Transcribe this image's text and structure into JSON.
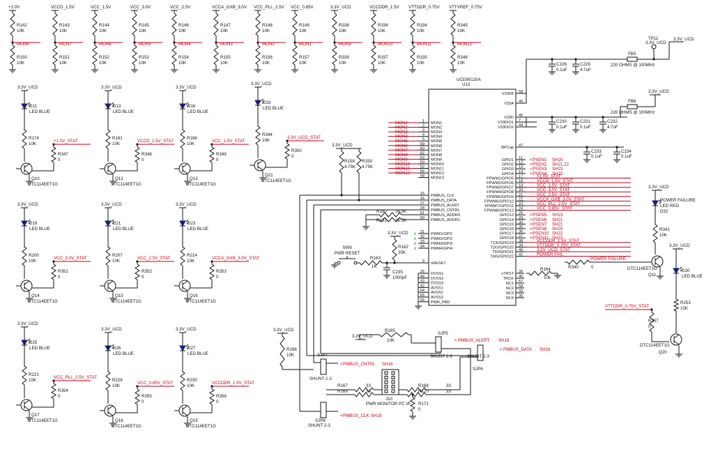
{
  "top_dividers": [
    {
      "rail": "+1.0V",
      "r1": "R142",
      "v1": "10K",
      "mon": "MON8",
      "r2": "R150",
      "v2": "10K"
    },
    {
      "rail": "VCCD_1.5V",
      "r1": "R143",
      "v1": "10K",
      "mon": "MON7",
      "r2": "R151",
      "v2": "10K"
    },
    {
      "rail": "VCC_1.5V",
      "r1": "R144",
      "v1": "10K",
      "mon": "MON6",
      "r2": "R152",
      "v2": "10K"
    },
    {
      "rail": "VCC_3.0V",
      "r1": "R145",
      "v1": "10K",
      "mon": "MON5",
      "r2": "R153",
      "v2": "10K"
    },
    {
      "rail": "VCC_2.5V",
      "r1": "R146",
      "v1": "10K",
      "mon": "MON4",
      "r2": "R154",
      "v2": "10K"
    },
    {
      "rail": "VCCA_GXB_3.0V",
      "r1": "R147",
      "v1": "10K",
      "mon": "MON3",
      "r2": "R155",
      "v2": "10K"
    },
    {
      "rail": "VCC_PLL_2.5V",
      "r1": "R148",
      "v1": "10K",
      "mon": "MON2",
      "r2": "R156",
      "v2": "10K"
    },
    {
      "rail": "VCC_0.85V",
      "r1": "R149",
      "v1": "10K",
      "mon": "MON1",
      "r2": "R157",
      "v2": "10K"
    },
    {
      "rail": "3.3V_UCD",
      "r1": "R338",
      "v1": "10K",
      "mon": "MON9",
      "r2": "R339",
      "v2": "10K"
    },
    {
      "rail": "VCCDDR_1.5V",
      "r1": "R336",
      "v1": "10K",
      "mon": "MON10",
      "r2": "R337",
      "v2": "10K"
    },
    {
      "rail": "VTTDDR_0.75V",
      "r1": "R334",
      "v1": "10K",
      "mon": "MON11",
      "r2": "R335",
      "v2": "10K"
    },
    {
      "rail": "VTTVREF_0.75V",
      "r1": "R345",
      "v1": "10K",
      "mon": "MON12",
      "r2": "R346",
      "v2": "10K"
    }
  ],
  "leds": [
    {
      "pwr": "3.3V_UCD",
      "led": "D11",
      "color": "LED BLUE",
      "rtop": "R174",
      "rv": "10K",
      "stat": "+1.0V_STAT",
      "rb": "R347",
      "rbv": "0",
      "q": "Q10",
      "part": "DTC114EET1G"
    },
    {
      "pwr": "3.3V_UCD",
      "led": "D13",
      "color": "LED BLUE",
      "rtop": "R181",
      "rv": "10K",
      "stat": "VCCD_1.5V_STAT",
      "rb": "R348",
      "rbv": "0",
      "q": "Q12",
      "part": "DTC114EET1G"
    },
    {
      "pwr": "3.3V_UCD",
      "led": "D16",
      "color": "LED BLUE",
      "rtop": "R188",
      "rv": "10K",
      "stat": "VCC_1.5V_STAT",
      "rb": "R349",
      "rbv": "0",
      "q": "Q13",
      "part": "DTC114EET1G"
    },
    {
      "pwr": "3.3V_UCD",
      "led": "D33",
      "color": "LED BLUE",
      "rtop": "R344",
      "rv": "10K",
      "stat": "3.3V_UCD_STAT",
      "rb": "R350",
      "rbv": "0",
      "q": "Q21",
      "part": "DTC114EET1G"
    },
    {
      "pwr": "3.3V_UCD",
      "led": "D19",
      "color": "LED BLUE",
      "rtop": "R200",
      "rv": "10K",
      "stat": "VCC_3.0V_STAT",
      "rb": "R351",
      "rbv": "0",
      "q": "Q14",
      "part": "DTC114EET1G"
    },
    {
      "pwr": "3.3V_UCD",
      "led": "D21",
      "color": "LED BLUE",
      "rtop": "R207",
      "rv": "10K",
      "stat": "VCC_2.5V_STAT",
      "rb": "R352",
      "rbv": "0",
      "q": "Q15",
      "part": "DTC114EET1G"
    },
    {
      "pwr": "3.3V_UCD",
      "led": "D23",
      "color": "LED BLUE",
      "rtop": "R214",
      "rv": "10K",
      "stat": "VCCA_GXB_3.0V_STAT",
      "rb": "R353",
      "rbv": "0",
      "q": "Q16",
      "part": "DTC114EET1G"
    },
    {
      "pwr": "3.3V_UCD",
      "led": "D25",
      "color": "LED BLUE",
      "rtop": "R221",
      "rv": "10K",
      "stat": "VCC_PLL_2.5V_STAT",
      "rb": "R354",
      "rbv": "0",
      "q": "Q17",
      "part": "DTC114EET1G"
    },
    {
      "pwr": "3.3V_UCD",
      "led": "D26",
      "color": "LED BLUE",
      "rtop": "R226",
      "rv": "10K",
      "stat": "VCC_0.85V_STAT",
      "rb": "R355",
      "rbv": "0",
      "q": "Q18",
      "part": "DTC114EET1G"
    },
    {
      "pwr": "3.3V_UCD",
      "led": "D27",
      "color": "LED BLUE",
      "rtop": "R230",
      "rv": "10K",
      "stat": "VCCDDR_1.5V_STAT",
      "rb": "R356",
      "rbv": "0",
      "q": "Q19",
      "part": "DTC114EET1G"
    }
  ],
  "ic": {
    "name": "UCD90120A",
    "ref": "U13",
    "left_pins": [
      {
        "n": "1",
        "s": "MON1",
        "net": "MON1"
      },
      {
        "n": "2",
        "s": "MON2",
        "net": "MON2"
      },
      {
        "n": "3",
        "s": "MON3",
        "net": "MON3"
      },
      {
        "n": "4",
        "s": "MON4",
        "net": "MON4"
      },
      {
        "n": "5",
        "s": "MON5",
        "net": "MON5"
      },
      {
        "n": "59",
        "s": "MON6",
        "net": "MON6"
      },
      {
        "n": "60",
        "s": "MON7",
        "net": "MON7"
      },
      {
        "n": "62",
        "s": "MON8",
        "net": "MON8"
      },
      {
        "n": "63",
        "s": "MON9",
        "net": "MON9"
      },
      {
        "n": "50",
        "s": "MON10",
        "net": "MON10"
      },
      {
        "n": "52",
        "s": "MON11",
        "net": "MON11"
      },
      {
        "n": "56",
        "s": "MON12",
        "net": "MON12"
      },
      {
        "n": "58",
        "s": "MON13",
        "net": ""
      }
    ],
    "pmbus_pins": [
      {
        "n": "15",
        "s": "PMBUS_CLK"
      },
      {
        "n": "16",
        "s": "PMBUS_DATA"
      },
      {
        "n": "27",
        "s": "PMBUS_ALERT"
      },
      {
        "n": "28",
        "s": "PMBUS_CNTRL"
      },
      {
        "n": "61",
        "s": "PMBUS_ADDR0"
      },
      {
        "n": "60",
        "s": "PMBUS_ADDR1"
      }
    ],
    "pwm_pins": [
      {
        "n": "31",
        "s": "PWM1/GPI1"
      },
      {
        "n": "32",
        "s": "PWM2/GPI2"
      },
      {
        "n": "33",
        "s": "PWM3/GPI3"
      },
      {
        "n": "34",
        "s": "PWM4/GPI4"
      }
    ],
    "reset_pin": {
      "n": "9",
      "s": "nRESET"
    },
    "gnd_pins": [
      {
        "n": "26",
        "s": "DVSS1"
      },
      {
        "n": "44",
        "s": "DVSS2"
      },
      {
        "n": "43",
        "s": "DVSS3"
      },
      {
        "n": "42",
        "s": "AVSS1"
      },
      {
        "n": "64",
        "s": "AVSS2"
      },
      {
        "n": "65",
        "s": "AVSS3"
      },
      {
        "n": "55",
        "s": "PWR_PAD"
      }
    ],
    "right_pins": [
      {
        "n": "11",
        "s": "GPIO1",
        "net": "PSEN1",
        "sh": "SH20"
      },
      {
        "n": "12",
        "s": "GPIO2",
        "net": "PSEN2",
        "sh": "SH21,22"
      },
      {
        "n": "13",
        "s": "GPIO3",
        "net": "PSEN3",
        "sh": "SH23"
      },
      {
        "n": "14",
        "s": "GPIO4",
        "net": "PSEN4",
        "sh": "SH22"
      },
      {
        "n": "17",
        "s": "FPWM1/GPIO5",
        "net": "+1.0V_STAT",
        "sh": ""
      },
      {
        "n": "18",
        "s": "FPWM2/GPIO6",
        "net": "VCCD_1.5V_STAT",
        "sh": ""
      },
      {
        "n": "19",
        "s": "FPWM3/GPIO7",
        "net": "VCC_1.5V_STAT",
        "sh": ""
      },
      {
        "n": "20",
        "s": "FPWM4/GPIO8",
        "net": "VCC_3.0V_STAT",
        "sh": ""
      },
      {
        "n": "21",
        "s": "FPWM5/GPIO9",
        "net": "VCC_2.5V_STAT",
        "sh": ""
      },
      {
        "n": "22",
        "s": "FPWM6/GPIO10",
        "net": "VCCA_GXB_3.0V_STAT",
        "sh": ""
      },
      {
        "n": "23",
        "s": "FPWM7/GPIO11",
        "net": "VCC_PLL_2.5V_STAT",
        "sh": ""
      },
      {
        "n": "24",
        "s": "FPWM8/GPIO12",
        "net": "VCC_0.85V_STAT",
        "sh": ""
      },
      {
        "n": "25",
        "s": "GPIO13",
        "net": "PSEN5",
        "sh": "SH23"
      },
      {
        "n": "29",
        "s": "GPIO14",
        "net": "PSEN6",
        "sh": "SH21"
      },
      {
        "n": "30",
        "s": "GPIO15",
        "net": "PSEN7",
        "sh": "SH21"
      },
      {
        "n": "35",
        "s": "GPIO16",
        "net": "PSEN8",
        "sh": "SH20"
      },
      {
        "n": "36",
        "s": "GPIO17",
        "net": "PSEN10",
        "sh": "SH22"
      },
      {
        "n": "37",
        "s": "GPIO18",
        "net": "PSEN11",
        "sh": "SH22"
      },
      {
        "n": "38",
        "s": "TCK/GPIO19",
        "net": "VCCDDR_1.5V_STAT",
        "sh": ""
      },
      {
        "n": "39",
        "s": "TDO/GPIO20",
        "net": "VTTDDR_0.75V_STAT",
        "sh": ""
      },
      {
        "n": "40",
        "s": "TDI/GPIO21",
        "net": "3.3V_UCD_STAT",
        "sh": ""
      },
      {
        "n": "41",
        "s": "TMS/GPIO22",
        "net": "POWER FAIL",
        "sh": ""
      }
    ],
    "misc_pins": [
      {
        "n": "39",
        "s": "nTRST"
      },
      {
        "n": "40",
        "s": "TRCK"
      },
      {
        "n": "57",
        "s": "NC1"
      },
      {
        "n": "58",
        "s": "NC2"
      },
      {
        "n": "33",
        "s": "NC3"
      },
      {
        "n": "35",
        "s": "NC4"
      }
    ],
    "supply_pins": [
      {
        "n": "58",
        "s": "V33FB"
      },
      {
        "n": "46",
        "s": "V33A"
      },
      {
        "n": "45",
        "s": "V33D"
      },
      {
        "n": "7",
        "s": "V33DIO1"
      },
      {
        "n": "44",
        "s": "V33DIO2"
      },
      {
        "n": "47",
        "s": "BPCap"
      }
    ]
  },
  "power": {
    "tp": "TP11",
    "rail": "3.3V_UCD",
    "rail2": "3.3V_UCD",
    "fb5": "FB5",
    "fb5v": "220 OHMS @ 100MHz",
    "fb6": "FB6",
    "fb6v": "220 OHMS @ 100MHz",
    "caps": [
      {
        "ref": "C228",
        "v": "0.1uF"
      },
      {
        "ref": "C229",
        "v": "4.7uF"
      },
      {
        "ref": "C230",
        "v": "0.1uF"
      },
      {
        "ref": "C231",
        "v": "0.1uF"
      },
      {
        "ref": "C232",
        "v": "4.7uF"
      },
      {
        "ref": "C233",
        "v": "0.1uF"
      },
      {
        "ref": "C234",
        "v": "0.1uF"
      }
    ]
  },
  "pullups": {
    "rail": "3.3V_UCD",
    "r158": "R158",
    "r158v": "4.75K",
    "r159": "R159",
    "r159v": "4.75K",
    "r160": "R160",
    "r160v": "36.5K",
    "r161": "R161",
    "r161v": "36.5K"
  },
  "reset": {
    "sw": "SW9",
    "sw_label": "PWR RESET",
    "rail": "3.3V_UCD",
    "r162": "R162",
    "r162v": "20K",
    "r163": "R163",
    "r163v": "1K",
    "c235": "C235",
    "c235v": "1000pF"
  },
  "powerfail": {
    "rail": "3.3V_UCD",
    "led": "D32",
    "led_label": "POWER FAILURE",
    "led_color": "LED RED",
    "r341": "R341",
    "r341v": "10K",
    "q": "Q11",
    "part": "DTC114EET1G",
    "net": "POWER FAILURE",
    "r340": "R340",
    "r340v": "0",
    "r164": "R164",
    "r164v": "10k"
  },
  "vtt_led": {
    "rail": "3.3V_UCD",
    "led": "D30",
    "color": "LED BLUE",
    "r253": "R253",
    "r253v": "10K",
    "stat": "VTTDDR_0.75V_STAT",
    "r357": "R357",
    "r357v": "0",
    "q": "Q20",
    "part": "DTC114EET1G"
  },
  "pmbus_if": {
    "rail": "3.3V_UCD",
    "rail2": "3.3V_UCD",
    "r166": "R166",
    "r166v": "10K",
    "r165": "R165",
    "r165v": "10K",
    "sjp7": "SJP7",
    "sjp8": "SJP8",
    "sjp5": "SJP5",
    "sjp6": "SJP6",
    "shunt": "SHUNT 2-3",
    "cntrl": "PMBUS_CNTRL",
    "alert": "PMBUS_ALERT",
    "data": "PMBUS_DATA",
    "clk": "PMBUS_CLK",
    "sh18": "SH18",
    "r167": "R167",
    "r169": "R169",
    "r168": "R168",
    "r170": "R170",
    "rv33": "33",
    "j10": "J10",
    "j10_label": "PWR MONITOR PC I/F",
    "r171": "R171",
    "r171v": "0"
  }
}
